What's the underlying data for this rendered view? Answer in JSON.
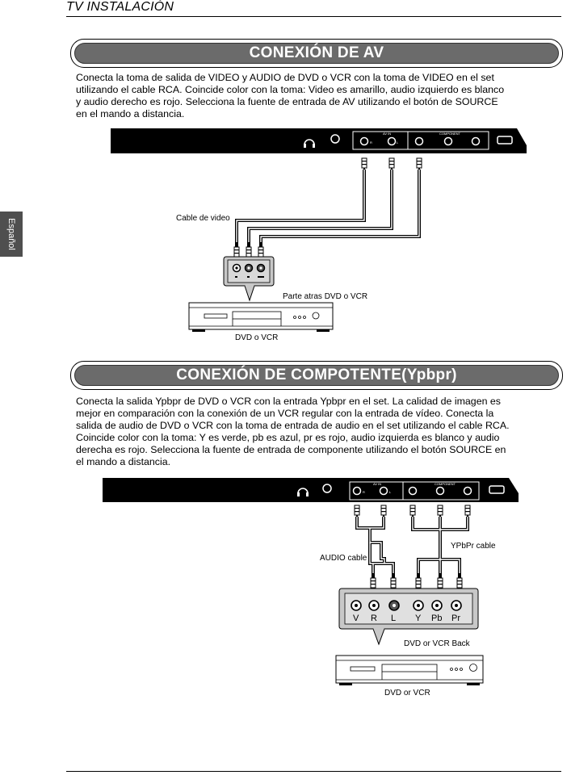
{
  "header": {
    "title": "TV INSTALACIÓN"
  },
  "side_tab": {
    "label": "Español"
  },
  "section1": {
    "title": "CONEXIÓN DE AV",
    "lines": [
      "Conecta la toma de salida de VIDEO y AUDIO de DVD o VCR con la toma de VIDEO en el set",
      "utilizando el cable RCA. Coincide color con la toma: Video es amarillo, audio izquierdo es blanco",
      "y audio derecho es rojo. Selecciona la fuente de entrada de AV utilizando el botón de SOURCE",
      "en el mando a distancia."
    ],
    "panel": {
      "av_in": "AV IN",
      "component": "COMPONENT",
      "r": "R",
      "l": "L"
    },
    "cable_label": "Cable de video",
    "back_label": "Parte atras DVD o VCR",
    "device_label": "DVD o VCR"
  },
  "section2": {
    "title": "CONEXIÓN DE COMPOTENTE(Ypbpr)",
    "lines": [
      "Conecta la salida Ypbpr de DVD o VCR con la entrada Ypbpr en el set. La calidad de imagen es",
      "mejor en comparación con la conexión de un VCR regular con la entrada de vídeo. Conecta la",
      "salida de audio de DVD o VCR con la toma de entrada de audio en el set utilizando el cable RCA.",
      "Coincide color con la toma: Y es verde, pb es azul, pr es rojo, audio izquierda es blanco y audio",
      "derecha es rojo. Selecciona la fuente de entrada de componente utilizando el botón SOURCE en",
      "el mando a distancia."
    ],
    "panel": {
      "av_in": "AV IN",
      "component": "COMPONENT",
      "r": "R",
      "l": "L"
    },
    "ypbpr_label": "YPbPr cable",
    "audio_label": "AUDIO cable",
    "jacks": [
      "V",
      "R",
      "L",
      "Y",
      "Pb",
      "Pr"
    ],
    "back_label": "DVD or VCR Back",
    "device_label": "DVD or VCR"
  }
}
